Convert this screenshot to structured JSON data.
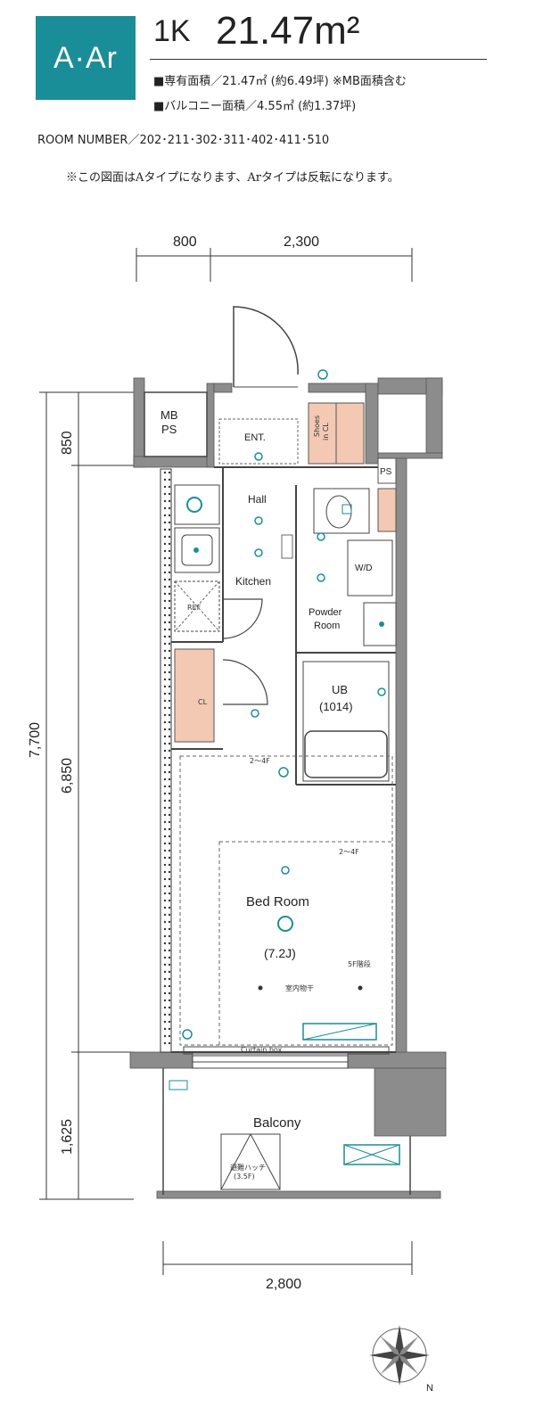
{
  "header": {
    "type_code": "A·Ar",
    "layout_type": "1K",
    "area": "21.47m²",
    "spec_lines": [
      "■専有面積／21.47㎡ (約6.49坪) ※MB面積含む",
      "■バルコニー面積／4.55㎡ (約1.37坪)"
    ],
    "room_numbers": "ROOM NUMBER／202･211･302･311･402･411･510",
    "note": "※この図面はAタイプになります、Arタイプは反転になります。"
  },
  "dimensions": {
    "top": [
      "800",
      "2,300"
    ],
    "bottom": [
      "2,800"
    ],
    "left_outer": [
      "7,700"
    ],
    "left_inner": [
      "850",
      "6,850",
      "1,625"
    ]
  },
  "rooms": {
    "mb_ps": [
      "MB",
      "PS"
    ],
    "entrance": "ENT.",
    "shoes_closet": [
      "Shoes",
      "in CL"
    ],
    "ps": "PS",
    "hall": "Hall",
    "kitchen": "Kitchen",
    "ref": "REF",
    "wd": "W/D",
    "powder_room": [
      "Powder",
      "Room"
    ],
    "closet": "CL",
    "unit_bath": [
      "UB",
      "(1014)"
    ],
    "bed_room": [
      "Bed Room",
      "(7.2J)"
    ],
    "curtain_box": "Curtain box",
    "balcony": "Balcony",
    "escape_hatch": [
      "避難ハッチ",
      "(3.5F)"
    ],
    "indoor_dry": "室内物干",
    "floor_note_a": "2〜4F",
    "floor_note_b": "2〜4F",
    "floor_note_c": "5F階段"
  },
  "compass": {
    "label": "N"
  },
  "colors": {
    "badge": "#1a8e98",
    "closet_fill": "#f3c9b4",
    "fixture_accent": "#1a8e98",
    "wall": "#8c8c8c"
  }
}
